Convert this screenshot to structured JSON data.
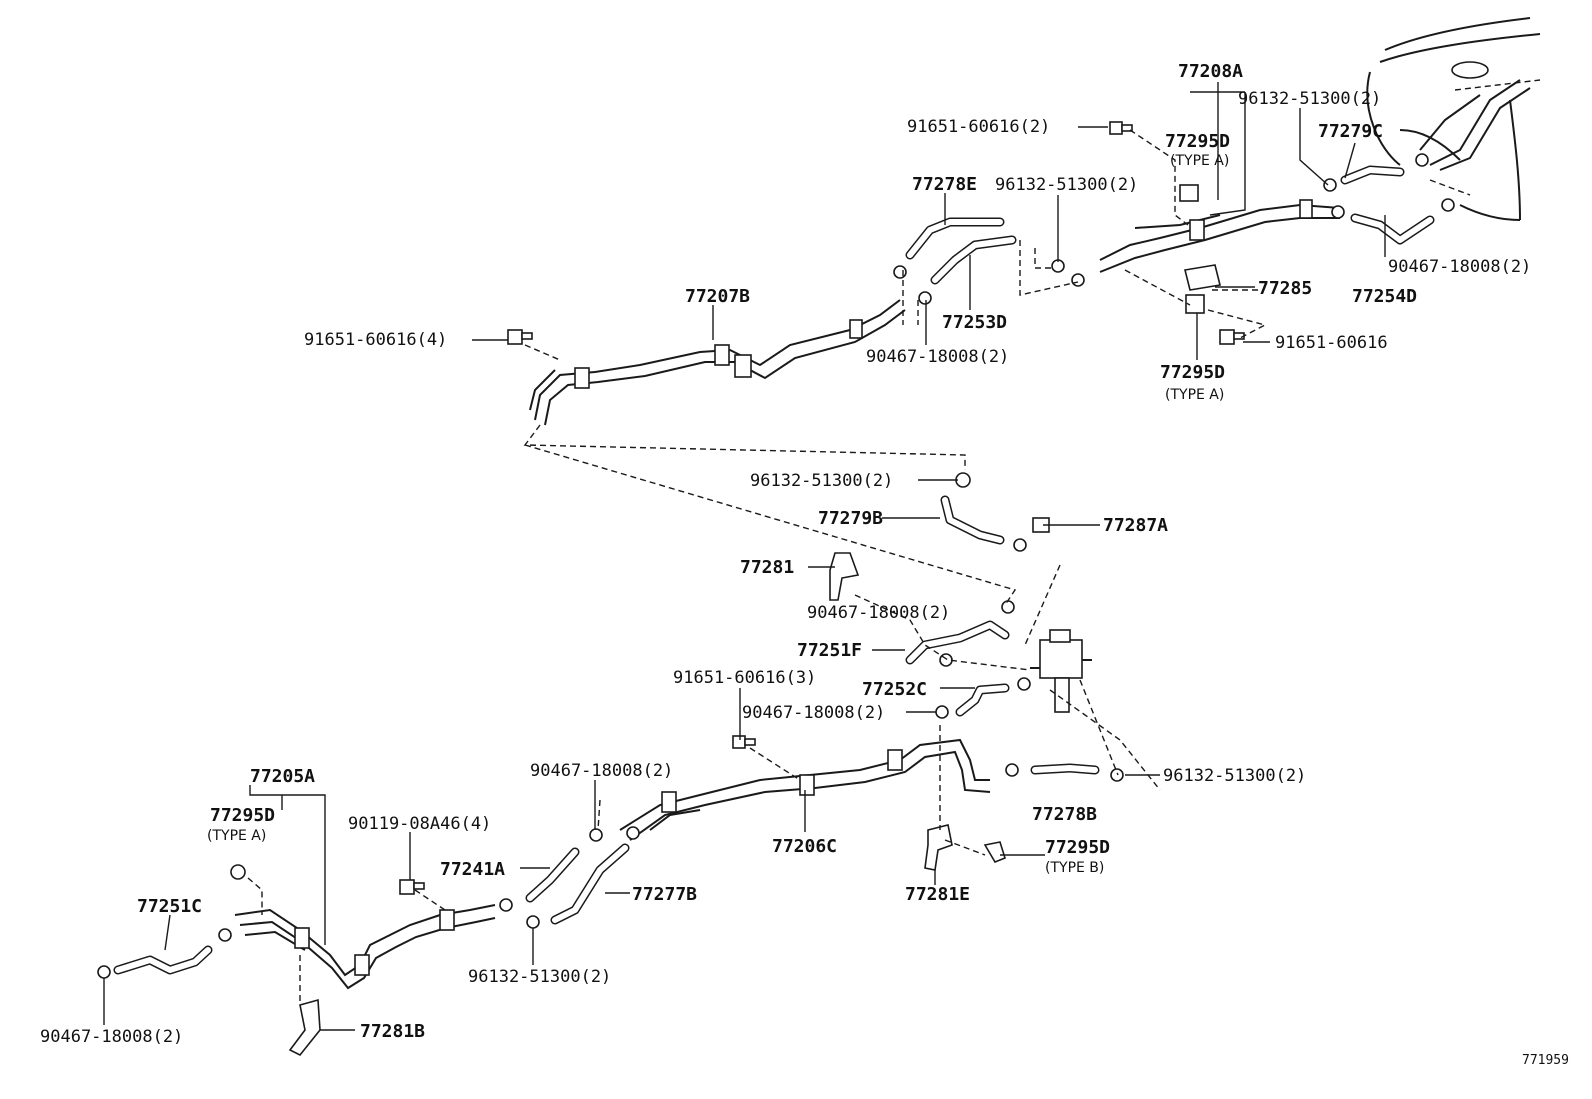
{
  "labels": {
    "p77208A": "77208A",
    "p96132_tr": "96132-51300(2)",
    "p91651_top": "91651-60616(2)",
    "p77295D_top": "77295D",
    "p77295D_top_type": "(TYPE A)",
    "p77279C": "77279C",
    "p77278E": "77278E",
    "p96132_top": "96132-51300(2)",
    "p90467_r": "90467-18008(2)",
    "p77254D": "77254D",
    "p77285": "77285",
    "p77207B": "77207B",
    "p91651_4": "91651-60616(4)",
    "p77253D": "77253D",
    "p91651_r": "91651-60616",
    "p90467_mid": "90467-18008(2)",
    "p77295D_mid": "77295D",
    "p77295D_mid_type": "(TYPE A)",
    "p96132_c": "96132-51300(2)",
    "p77279B": "77279B",
    "p77287A": "77287A",
    "p77281": "77281",
    "p90467_c": "90467-18008(2)",
    "p77251F": "77251F",
    "p91651_3": "91651-60616(3)",
    "p77252C": "77252C",
    "p90467_c2": "90467-18008(2)",
    "p90467_l": "90467-18008(2)",
    "p96132_rb": "96132-51300(2)",
    "p77205A": "77205A",
    "p77295D_l": "77295D",
    "p77295D_l_type": "(TYPE A)",
    "p90119": "90119-08A46(4)",
    "p77278B": "77278B",
    "p77206C": "77206C",
    "p77295D_b": "77295D",
    "p77295D_b_type": "(TYPE B)",
    "p77241A": "77241A",
    "p77277B": "77277B",
    "p77251C": "77251C",
    "p77281E": "77281E",
    "p96132_b": "96132-51300(2)",
    "p90467_bl": "90467-18008(2)",
    "p77281B": "77281B"
  },
  "figure_number": "771959"
}
